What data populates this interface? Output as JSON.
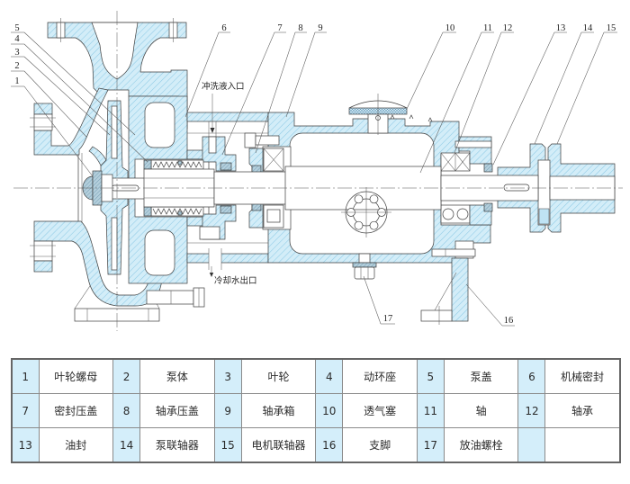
{
  "diagram": {
    "callouts": [
      "1",
      "2",
      "3",
      "4",
      "5",
      "6",
      "7",
      "8",
      "9",
      "10",
      "11",
      "12",
      "13",
      "14",
      "15",
      "16",
      "17"
    ],
    "annotations": {
      "flush_inlet": "冲洗液入口",
      "cooling_outlet": "冷却水出口"
    }
  },
  "parts_table": {
    "rows": [
      [
        {
          "num": "1",
          "name": "叶轮螺母"
        },
        {
          "num": "2",
          "name": "泵体"
        },
        {
          "num": "3",
          "name": "叶轮"
        },
        {
          "num": "4",
          "name": "动环座"
        },
        {
          "num": "5",
          "name": "泵盖"
        },
        {
          "num": "6",
          "name": "机械密封"
        }
      ],
      [
        {
          "num": "7",
          "name": "密封压盖"
        },
        {
          "num": "8",
          "name": "轴承压盖"
        },
        {
          "num": "9",
          "name": "轴承箱"
        },
        {
          "num": "10",
          "name": "透气塞"
        },
        {
          "num": "11",
          "name": "轴"
        },
        {
          "num": "12",
          "name": "轴承"
        }
      ],
      [
        {
          "num": "13",
          "name": "油封"
        },
        {
          "num": "14",
          "name": "泵联轴器"
        },
        {
          "num": "15",
          "name": "电机联轴器"
        },
        {
          "num": "16",
          "name": "支脚"
        },
        {
          "num": "17",
          "name": "放油螺栓"
        },
        {
          "num": "",
          "name": ""
        }
      ]
    ]
  },
  "colors": {
    "hatch_fill": "#d3edf8",
    "hatch_line": "#8fcbe6",
    "table_number_bg": "#d4eefa",
    "outline": "#3d3d3d"
  }
}
